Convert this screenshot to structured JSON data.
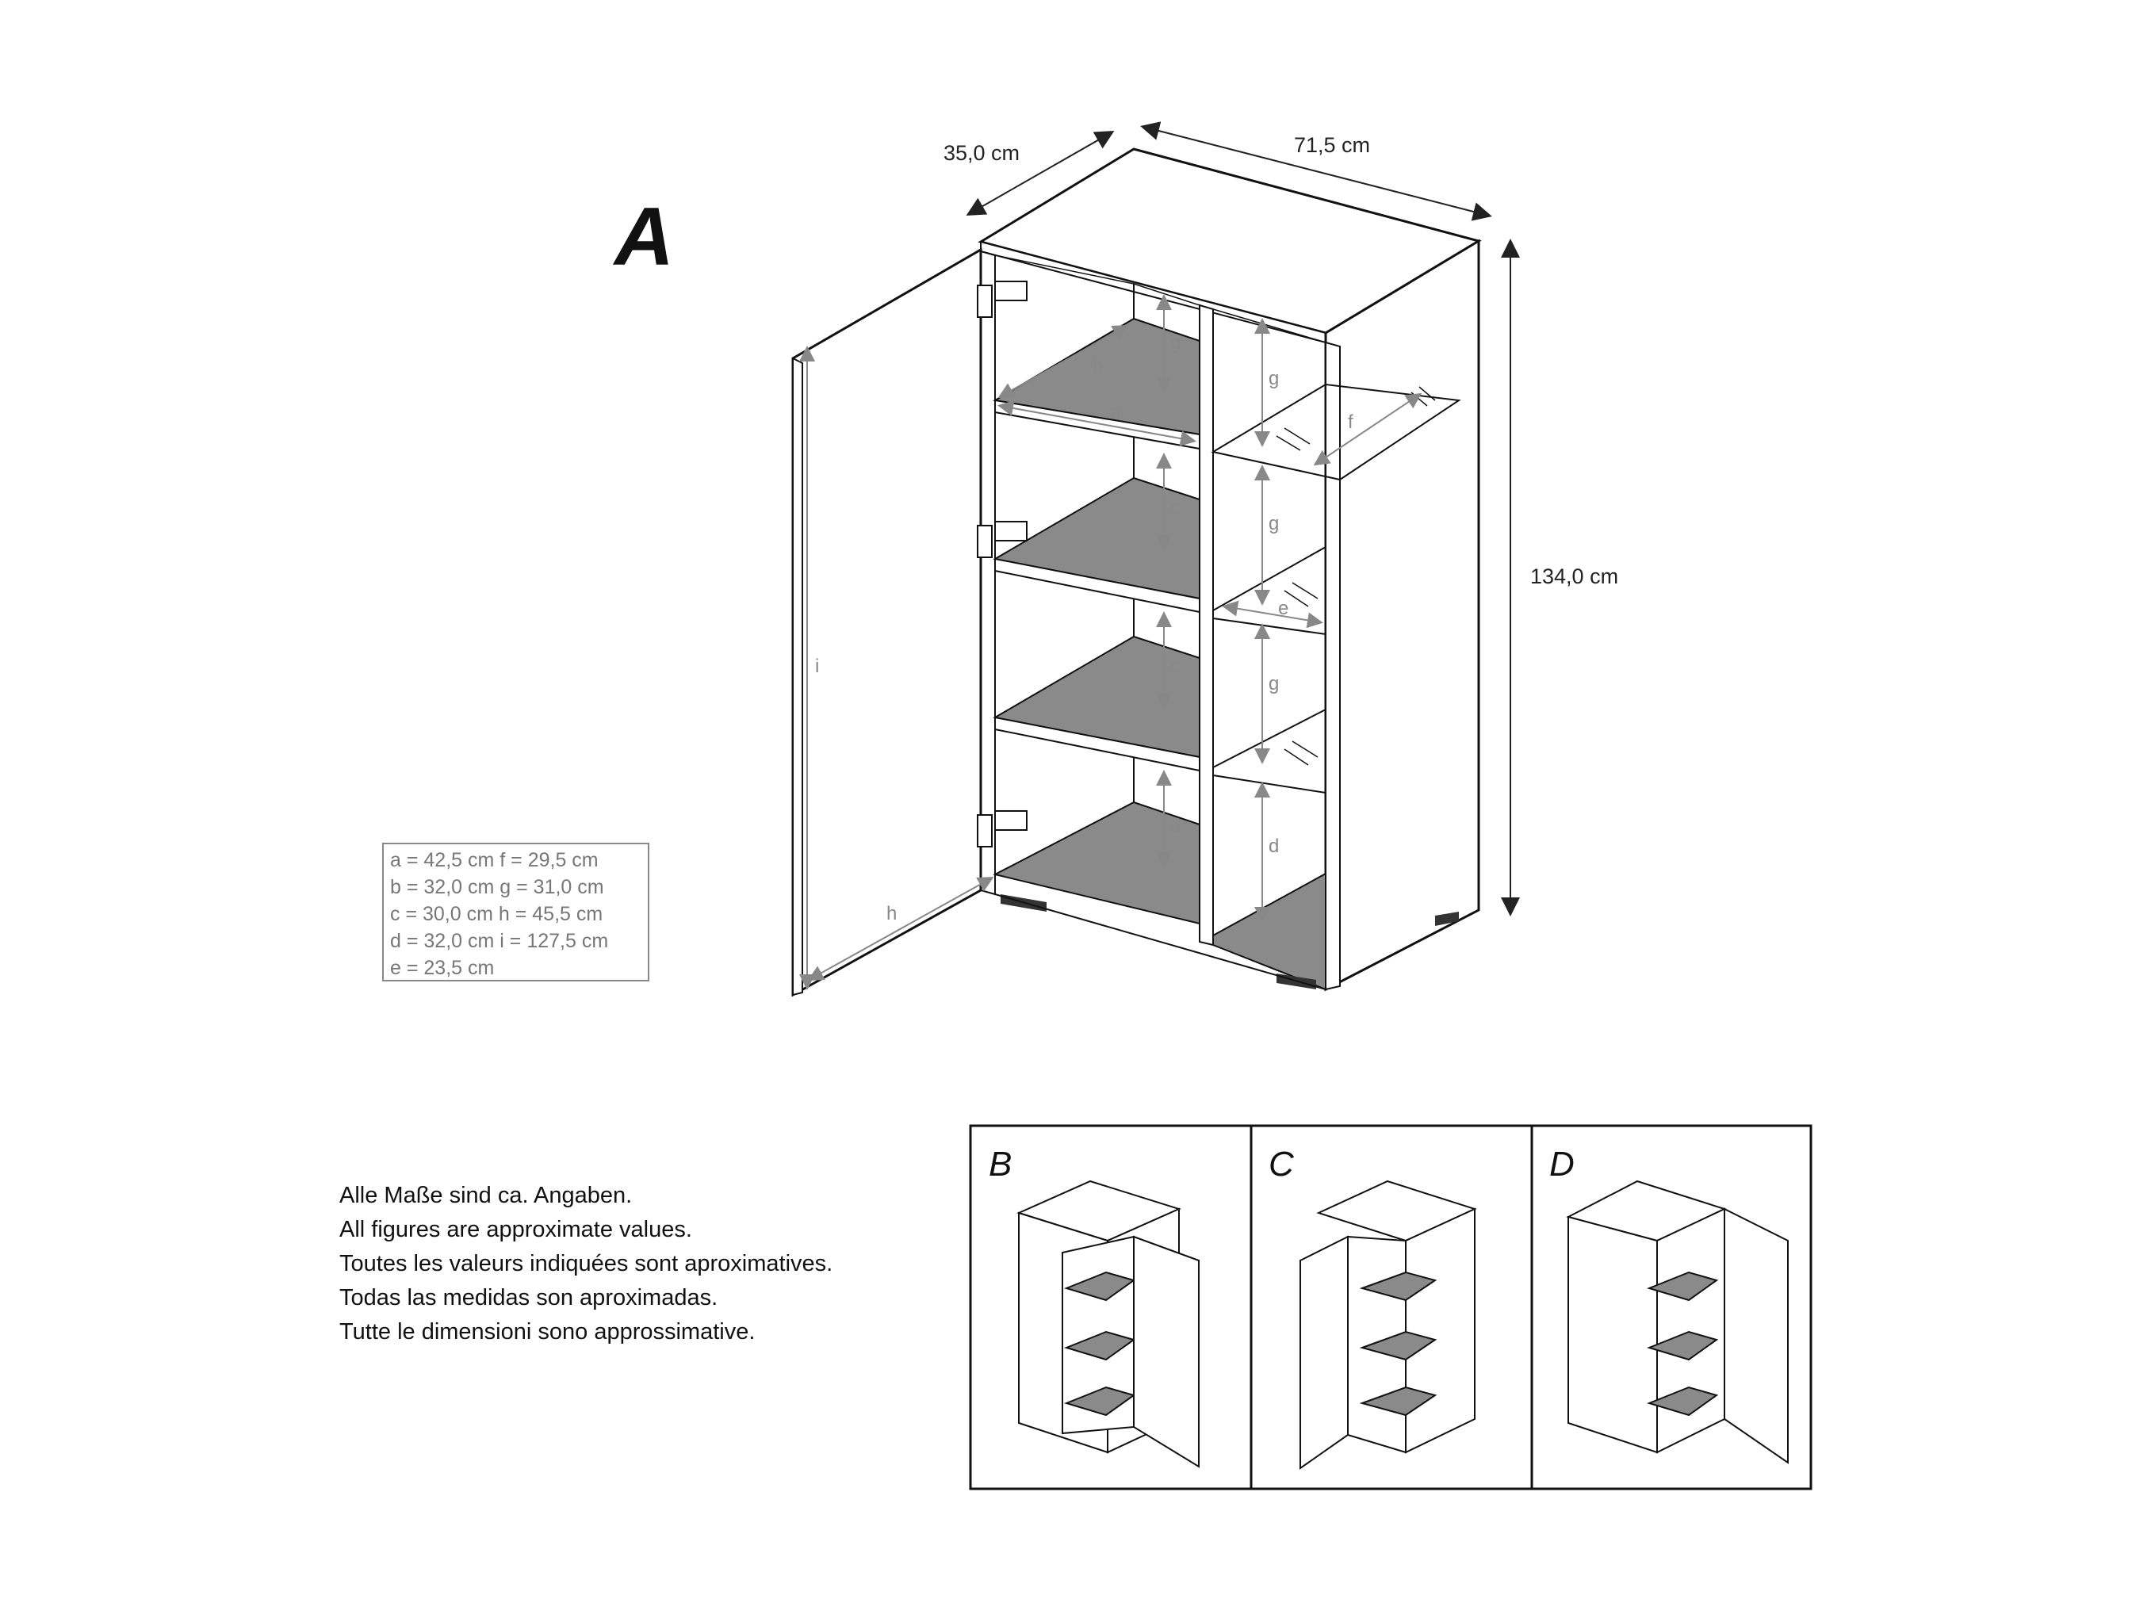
{
  "main_view": {
    "label": "A",
    "dimensions": {
      "depth": "35,0 cm",
      "width": "71,5 cm",
      "height": "134,0 cm"
    },
    "part_labels": [
      "a",
      "b",
      "c",
      "c",
      "d",
      "d",
      "e",
      "f",
      "g",
      "g",
      "g",
      "g",
      "h",
      "i"
    ]
  },
  "legend": {
    "rows": [
      "a = 42,5 cm f  =   29,5 cm",
      "b = 32,0 cm g =   31,0 cm",
      "c = 30,0 cm h =   45,5 cm",
      "d = 32,0 cm i  = 127,5 cm",
      "e = 23,5 cm"
    ]
  },
  "notes": [
    "Alle Maße sind ca. Angaben.",
    "All figures are approximate values.",
    "Toutes les valeurs indiquées sont aproximatives.",
    "Todas las medidas son aproximadas.",
    "Tutte le dimensioni sono approssimative."
  ],
  "variants": [
    {
      "label": "B"
    },
    {
      "label": "C"
    },
    {
      "label": "D"
    }
  ]
}
